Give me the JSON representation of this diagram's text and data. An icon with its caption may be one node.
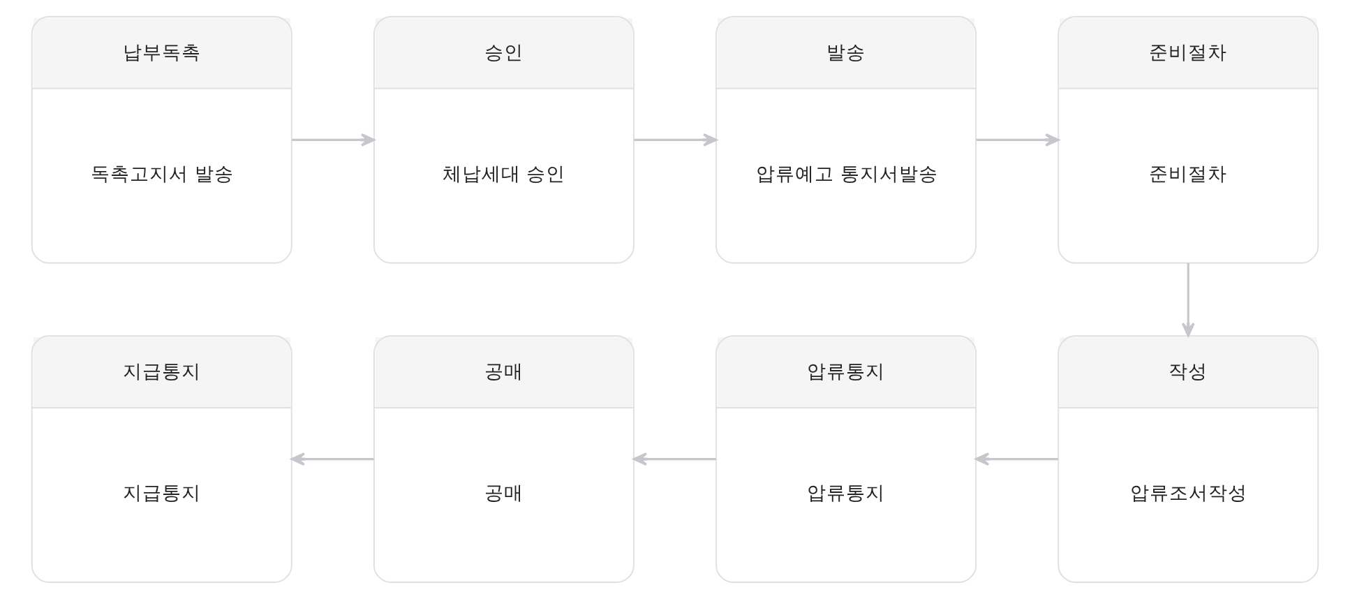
{
  "diagram": {
    "nodes": [
      {
        "text": [
          "납부독촉",
          "독촉고지서 발송"
        ]
      },
      {
        "text": [
          "승인",
          "체납세대 승인"
        ]
      },
      {
        "text": [
          "발송",
          "압류예고 통지서발송"
        ]
      },
      {
        "text": [
          "준비절차",
          "준비절차"
        ]
      },
      {
        "text": [
          "지급통지",
          "지급통지"
        ]
      },
      {
        "text": [
          "공매",
          "공매"
        ]
      },
      {
        "text": [
          "압류통지",
          "압류통지"
        ]
      },
      {
        "text": [
          "작성",
          "압류조서작성"
        ]
      }
    ],
    "edges": [
      {
        "from": 0,
        "to": 1,
        "arrow": "to"
      },
      {
        "from": 1,
        "to": 2,
        "arrow": "to"
      },
      {
        "from": 2,
        "to": 3,
        "arrow": "to"
      },
      {
        "from": 3,
        "to": 7,
        "arrow": "to"
      },
      {
        "from": 7,
        "to": 6,
        "arrow": "to"
      },
      {
        "from": 6,
        "to": 5,
        "arrow": "to"
      },
      {
        "from": 5,
        "to": 4,
        "arrow": "to"
      }
    ]
  }
}
